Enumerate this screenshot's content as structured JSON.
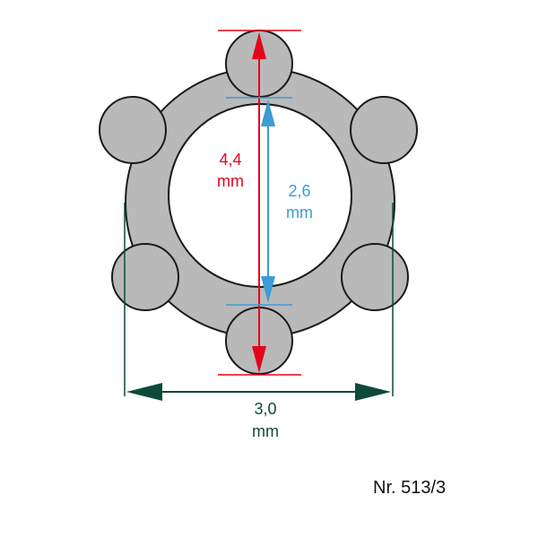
{
  "dimensions": {
    "outer": {
      "value": "4,4",
      "unit": "mm",
      "color": "#e3051b"
    },
    "inner": {
      "value": "2,6",
      "unit": "mm",
      "color": "#3d9bd6"
    },
    "width": {
      "value": "3,0",
      "unit": "mm",
      "color": "#0d4a3a"
    }
  },
  "catalog_number": "Nr. 513/3",
  "colors": {
    "fill": "#b9b9b9",
    "stroke": "#1a1a1a",
    "background": "#ffffff"
  }
}
